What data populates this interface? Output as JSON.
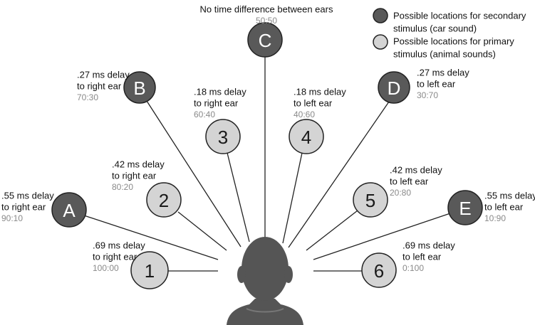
{
  "colors": {
    "secondary_fill": "#595959",
    "secondary_text": "#ffffff",
    "primary_fill": "#d4d4d4",
    "primary_text": "#1a1a1a",
    "stroke": "#222222",
    "head": "#555555",
    "line": "#222222"
  },
  "legend": {
    "secondary": [
      "Possible locations for secondary",
      "stimulus (car sound)"
    ],
    "primary": [
      "Possible locations for primary",
      "stimulus (animal sounds)"
    ]
  },
  "stimuli": [
    {
      "id": "A",
      "kind": "secondary",
      "delay": [
        ".55 ms delay",
        "to right ear"
      ],
      "ratio": "90:10"
    },
    {
      "id": "B",
      "kind": "secondary",
      "delay": [
        ".27 ms delay",
        "to right ear"
      ],
      "ratio": "70:30"
    },
    {
      "id": "C",
      "kind": "secondary",
      "delay": [
        "No time difference between ears"
      ],
      "ratio": "50:50"
    },
    {
      "id": "D",
      "kind": "secondary",
      "delay": [
        ".27 ms delay",
        "to left ear"
      ],
      "ratio": "30:70"
    },
    {
      "id": "E",
      "kind": "secondary",
      "delay": [
        ".55 ms delay",
        "to left ear"
      ],
      "ratio": "10:90"
    },
    {
      "id": "1",
      "kind": "primary",
      "delay": [
        ".69 ms delay",
        "to right ear"
      ],
      "ratio": "100:00"
    },
    {
      "id": "2",
      "kind": "primary",
      "delay": [
        ".42 ms delay",
        "to right ear"
      ],
      "ratio": "80:20"
    },
    {
      "id": "3",
      "kind": "primary",
      "delay": [
        ".18 ms delay",
        "to right ear"
      ],
      "ratio": "60:40"
    },
    {
      "id": "4",
      "kind": "primary",
      "delay": [
        ".18 ms delay",
        "to left ear"
      ],
      "ratio": "40:60"
    },
    {
      "id": "5",
      "kind": "primary",
      "delay": [
        ".42 ms delay",
        "to left ear"
      ],
      "ratio": "20:80"
    },
    {
      "id": "6",
      "kind": "primary",
      "delay": [
        ".69 ms delay",
        "to left ear"
      ],
      "ratio": "0:100"
    }
  ]
}
